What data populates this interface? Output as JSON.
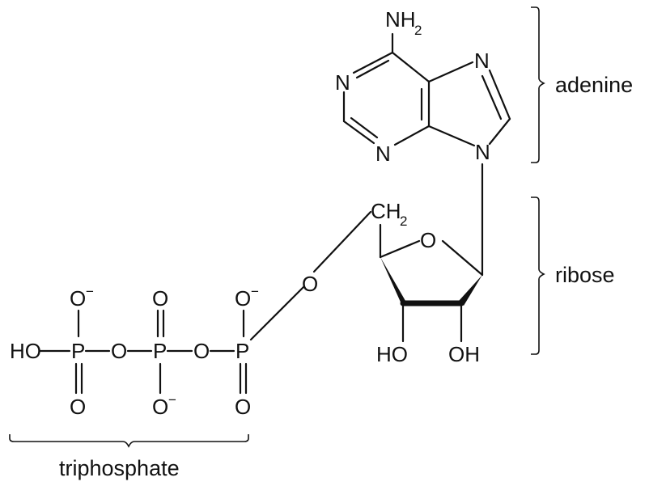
{
  "diagram": {
    "adenine": {
      "label": "adenine",
      "nh2_n": "NH",
      "nh2_sub": "2",
      "n1": "N",
      "n3": "N",
      "n7": "N",
      "n9": "N"
    },
    "ribose": {
      "label": "ribose",
      "ch2": "CH",
      "ch2_sub": "2",
      "ring_o": "O",
      "ho": "HO",
      "oh": "OH"
    },
    "triphosphate": {
      "label": "triphosphate",
      "ho": "HO",
      "p": "P",
      "o": "O",
      "minus": "−"
    }
  }
}
